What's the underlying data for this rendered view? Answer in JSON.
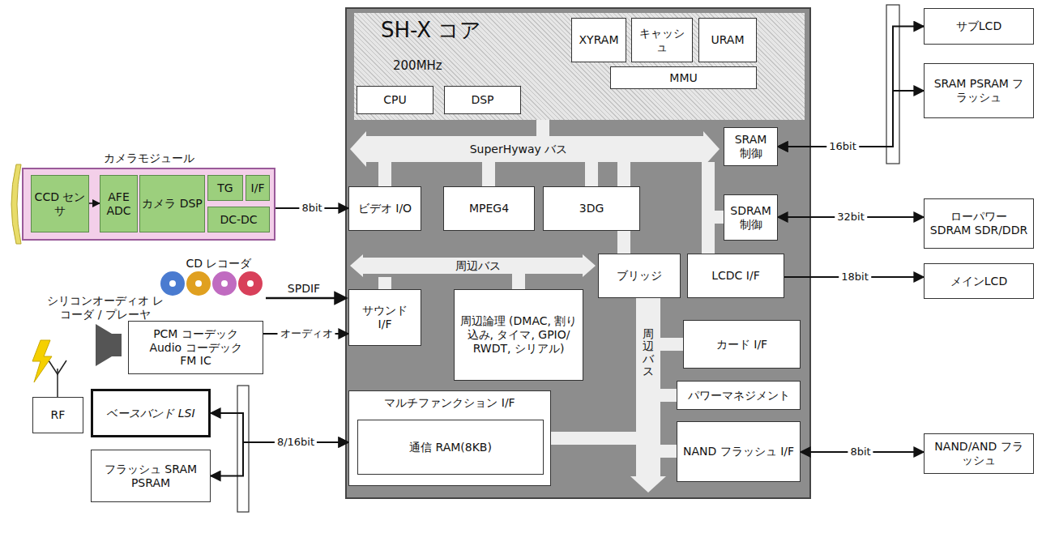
{
  "diagram": {
    "nodes": [
      {
        "text": [
          "カメラモジュール"
        ]
      },
      {
        "text": [
          "CCD センサ"
        ],
        "in": 0
      },
      {
        "text": [
          "AFE ADC"
        ],
        "in": 0
      },
      {
        "text": [
          "カメラ DSP"
        ],
        "in": 0
      },
      {
        "text": [
          "TG"
        ],
        "in": 0
      },
      {
        "text": [
          "I/F"
        ],
        "in": 0
      },
      {
        "text": [
          "DC-DC"
        ],
        "in": 0
      },
      {
        "text": [
          "SH-X コア",
          "200MHz"
        ]
      },
      {
        "text": [
          "CPU"
        ],
        "in": 7
      },
      {
        "text": [
          "DSP"
        ],
        "in": 7
      },
      {
        "text": [
          "XYRAM"
        ],
        "in": 7
      },
      {
        "text": [
          "キャッシュ"
        ],
        "in": 7
      },
      {
        "text": [
          "URAM"
        ],
        "in": 7
      },
      {
        "text": [
          "MMU"
        ],
        "in": 7
      },
      {
        "text": [
          "サブLCD"
        ]
      },
      {
        "text": [
          "SRAM 制御"
        ]
      },
      {
        "text": [
          "SRAM PSRAM フラッシュ"
        ]
      },
      {
        "text": [
          "ビデオ I/O"
        ]
      },
      {
        "text": [
          "MPEG4"
        ]
      },
      {
        "text": [
          "3DG"
        ]
      },
      {
        "text": [
          "SDRAM 制御"
        ]
      },
      {
        "text": [
          "ローパワー SDRAM SDR/DDR"
        ]
      },
      {
        "text": [
          "ブリッジ"
        ]
      },
      {
        "text": [
          "LCDC I/F"
        ]
      },
      {
        "text": [
          "メインLCD"
        ]
      },
      {
        "text": [
          "サウンド I/F"
        ]
      },
      {
        "text": [
          "周辺論理 (DMAC, 割り込み, タイマ, GPIO/ RWDT, シリアル)"
        ]
      },
      {
        "text": [
          "PCM コーデック Audio コーデック FM IC"
        ]
      },
      {
        "text": [
          "カード I/F"
        ]
      },
      {
        "text": [
          "パワーマネジメント"
        ]
      },
      {
        "text": [
          "RF"
        ]
      },
      {
        "text": [
          "ベースバンド LSI"
        ]
      },
      {
        "text": [
          "マルチファンクション I/F"
        ]
      },
      {
        "text": [
          "通信 RAM(8KB)"
        ],
        "in": 32
      },
      {
        "text": [
          "NAND フラッシュ I/F"
        ]
      },
      {
        "text": [
          "NAND/AND フラッシュ"
        ]
      },
      {
        "text": [
          "フラッシュ SRAM PSRAM"
        ]
      }
    ],
    "edges": [
      {
        "from": 0,
        "to": 17,
        "arrow": "to",
        "label": "8bit"
      },
      {
        "from": 1,
        "to": 2,
        "arrow": "to"
      },
      {
        "from": 15,
        "to": 14,
        "arrow": "both",
        "label": "16bit"
      },
      {
        "from": 15,
        "to": 16,
        "arrow": "both"
      },
      {
        "from": 20,
        "to": 21,
        "arrow": "both",
        "label": "32bit"
      },
      {
        "from": 23,
        "to": 24,
        "arrow": "to",
        "label": "18bit"
      },
      {
        "from": 27,
        "to": 25,
        "arrow": "to",
        "label": "オーディオ"
      },
      {
        "from": 31,
        "to": 32,
        "arrow": "both",
        "label": "8/16bit"
      },
      {
        "from": 36,
        "to": 32,
        "arrow": "both"
      },
      {
        "from": 34,
        "to": 35,
        "arrow": "both",
        "label": "8bit"
      }
    ],
    "labels": [
      "SuperHyway バス",
      "周辺バス",
      "CD レコーダ",
      "シリコンオーディオ レコーダ / プレーヤ",
      "SPDIF",
      "周辺バス"
    ]
  }
}
